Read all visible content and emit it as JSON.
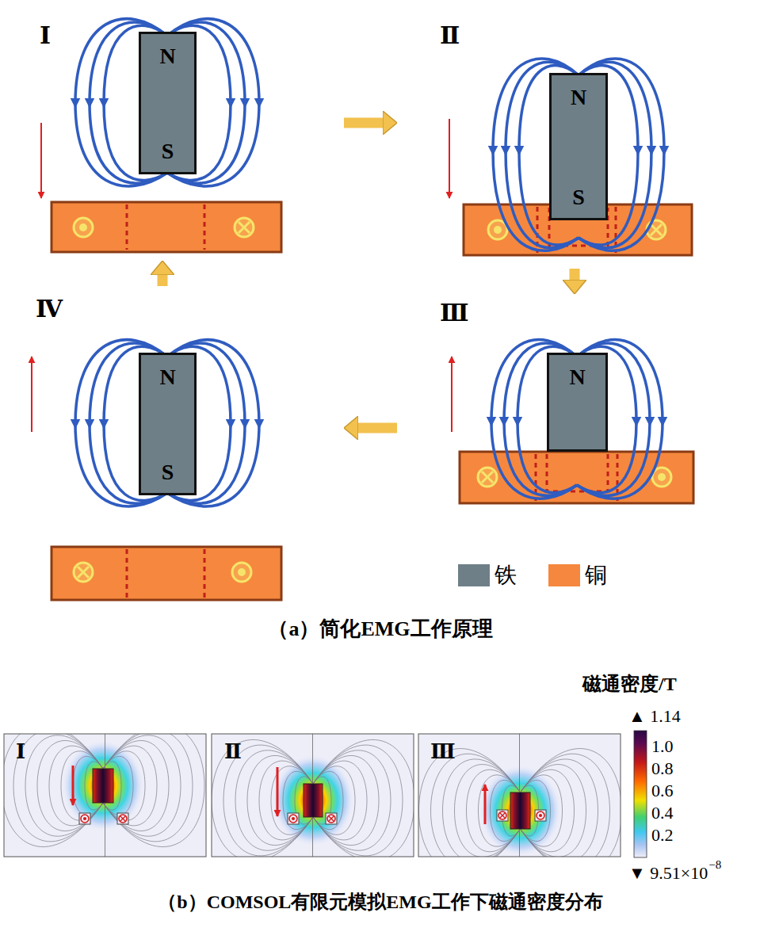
{
  "diagram": {
    "nodes": [
      {
        "text": [
          "Ⅰ"
        ]
      },
      {
        "text": [
          "N",
          "S"
        ],
        "in": 0
      },
      {
        "text": [
          "Ⅱ"
        ]
      },
      {
        "text": [
          "N",
          "S"
        ],
        "in": 2
      },
      {
        "text": [
          "Ⅲ"
        ]
      },
      {
        "text": [
          "N"
        ],
        "in": 4
      },
      {
        "text": [
          "Ⅳ"
        ]
      },
      {
        "text": [
          "N",
          "S"
        ],
        "in": 6
      }
    ],
    "edges": [
      {
        "from": 0,
        "to": 2,
        "arrow": "to"
      },
      {
        "from": 2,
        "to": 4,
        "arrow": "to"
      },
      {
        "from": 4,
        "to": 6,
        "arrow": "to"
      },
      {
        "from": 6,
        "to": 0,
        "arrow": "to"
      }
    ],
    "labels": [
      "（a）简化EMG工作原理",
      "Ⅰ",
      "Ⅱ",
      "Ⅲ",
      "磁通密度/T",
      "▲ 1.14",
      "1.0",
      "0.8",
      "0.6",
      "0.4",
      "0.2",
      "▼ 9.51×10",
      "−8",
      "（b）COMSOL有限元模拟EMG工作下磁通密度分布"
    ],
    "legend": [
      {
        "text": "铁",
        "color": "#6e7f87"
      },
      {
        "text": "铜",
        "color": "#f5883e"
      }
    ]
  }
}
